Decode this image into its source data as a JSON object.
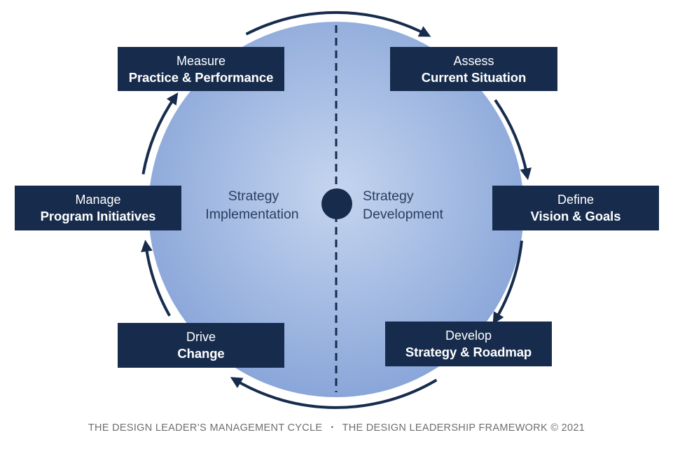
{
  "steps": [
    {
      "id": "measure",
      "line1": "Measure",
      "line2": "Practice & Performance"
    },
    {
      "id": "assess",
      "line1": "Assess",
      "line2": "Current Situation"
    },
    {
      "id": "manage",
      "line1": "Manage",
      "line2": "Program Initiatives"
    },
    {
      "id": "define",
      "line1": "Define",
      "line2": "Vision & Goals"
    },
    {
      "id": "drive",
      "line1": "Drive",
      "line2": "Change"
    },
    {
      "id": "develop",
      "line1": "Develop",
      "line2": "Strategy & Roadmap"
    }
  ],
  "center": {
    "left_line1": "Strategy",
    "left_line2": "Implementation",
    "right_line1": "Strategy",
    "right_line2": "Development"
  },
  "footer": {
    "left": "THE DESIGN LEADER’S MANAGEMENT CYCLE",
    "separator": "•",
    "right": "THE DESIGN LEADERSHIP FRAMEWORK © 2021"
  },
  "colors": {
    "box": "#172c4d",
    "arrow": "#172c4d",
    "circle_center": "#c3d3ee",
    "circle_edge": "#8ea9da",
    "footer_text": "#6f6f6f"
  }
}
